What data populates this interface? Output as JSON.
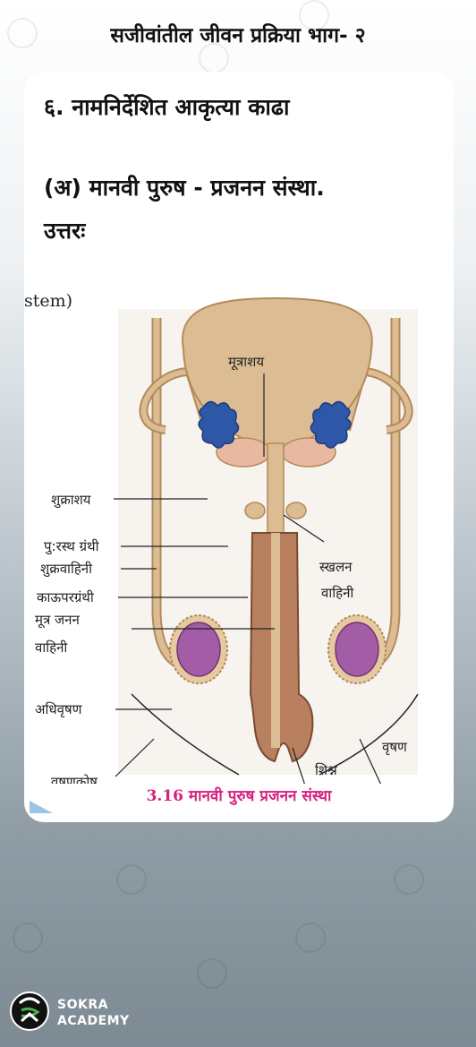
{
  "header": {
    "title": "सजीवांतील जीवन प्रक्रिया भाग- २"
  },
  "question": {
    "title": "६. नामनिर्देशित आकृत्या काढा",
    "subtitle": "(अ) मानवी पुरुष - प्रजनन संस्था.",
    "answer_label": "उत्तरः"
  },
  "figure": {
    "fragment_text": "stem)",
    "labels": {
      "bladder": "मूत्राशय",
      "seminal_vesicle": "शुक्राशय",
      "prostate": "पु:रस्थ ग्रंथी",
      "vas_deferens": "शुक्रवाहिनी",
      "ejaculatory_duct_1": "स्खलन",
      "ejaculatory_duct_2": "वाहिनी",
      "cowpers_gland": "काऊपरग्रंथी",
      "urethra_1": "मूत्र जनन",
      "urethra_2": "वाहिनी",
      "epididymis": "अधिवृषण",
      "scrotum": "वृषणकोष",
      "testis": "वृषण",
      "penis": "शिश्न"
    },
    "caption": "3.16  मानवी पुरुष प्रजनन संस्था"
  },
  "brand": {
    "line1": "SOKRA",
    "line2": "ACADEMY"
  },
  "colors": {
    "tan": "#dcbd93",
    "tan_dark": "#b38a5a",
    "blue": "#2e57a8",
    "penis": "#b98060",
    "testis": "#a35ca6",
    "caption": "#d6207f"
  }
}
